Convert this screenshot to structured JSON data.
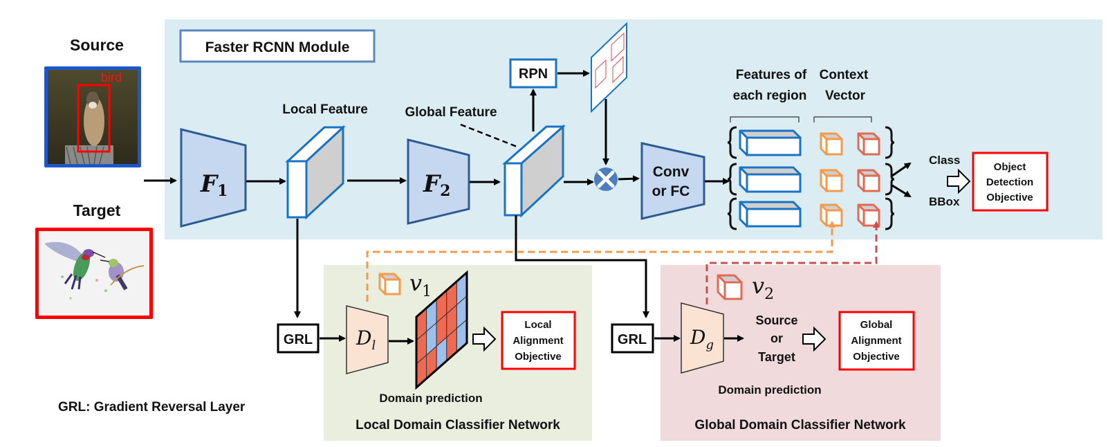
{
  "inputs": {
    "source": {
      "title": "Source",
      "box_label": "bird",
      "border_color": "#1f56c9",
      "description": "kestrel bird photo"
    },
    "target": {
      "title": "Target",
      "border_color": "#ff0000",
      "description": "watercolor hummingbirds"
    }
  },
  "faster_rcnn": {
    "title": "Faster RCNN Module",
    "background_color": "#dbedf3",
    "f1": {
      "symbol": "F",
      "subscript": "1"
    },
    "f2": {
      "symbol": "F",
      "subscript": "2"
    },
    "local_feature_label": "Local Feature",
    "global_feature_label": "Global Feature",
    "rpn_label": "RPN",
    "conv_fc_line1": "Conv",
    "conv_fc_line2": "or FC",
    "features_region_line1": "Features of",
    "features_region_line2": "each region",
    "context_vector_line1": "Context",
    "context_vector_line2": "Vector",
    "class_label": "Class",
    "bbox_label": "BBox",
    "objective_line1": "Object",
    "objective_line2": "Detection",
    "objective_line3": "Objective"
  },
  "local_classifier": {
    "title": "Local Domain Classifier Network",
    "background_color": "#e9eedf",
    "grl_label": "GRL",
    "discriminator": {
      "symbol": "D",
      "subscript": "l"
    },
    "vector": {
      "symbol": "v",
      "subscript": "1",
      "color": "#f5994a"
    },
    "prediction_label": "Domain prediction",
    "objective_line1": "Local",
    "objective_line2": "Alignment",
    "objective_line3": "Objective",
    "prediction_grid": [
      [
        "red",
        "blue",
        "red",
        "red",
        "blue"
      ],
      [
        "red",
        "blue",
        "red",
        "red",
        "blue"
      ],
      [
        "red",
        "red",
        "blue",
        "red",
        "blue"
      ]
    ]
  },
  "global_classifier": {
    "title": "Global Domain Classifier Network",
    "background_color": "#f0dadb",
    "grl_label": "GRL",
    "discriminator": {
      "symbol": "D",
      "subscript": "g"
    },
    "vector": {
      "symbol": "v",
      "subscript": "2",
      "color": "#d0504f"
    },
    "output_line1": "Source",
    "output_line2": "or",
    "output_line3": "Target",
    "prediction_label": "Domain prediction",
    "objective_line1": "Global",
    "objective_line2": "Alignment",
    "objective_line3": "Objective"
  },
  "legend": {
    "grl_note": "GRL: Gradient Reversal Layer"
  },
  "colors": {
    "module_fill": "#c5d8ef",
    "module_stroke": "#2e5a94",
    "feature_stroke": "#1873c4",
    "discriminator_fill": "#fbe3d4",
    "objective_border": "#ff0000",
    "grid_red": "#ee6a52",
    "grid_blue": "#9dbfec",
    "ctx_orange": "#f5994a",
    "ctx_red": "#e06a55"
  }
}
